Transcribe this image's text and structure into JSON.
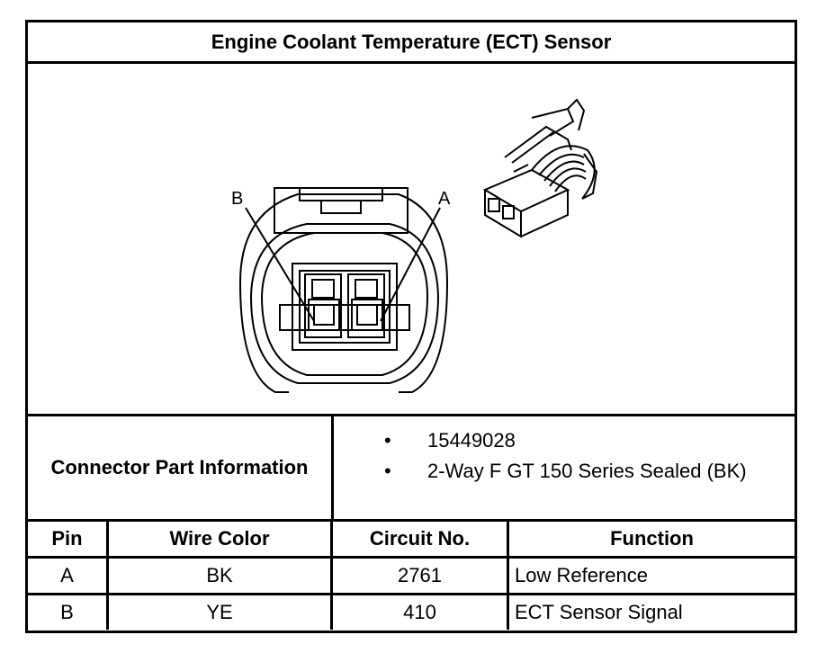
{
  "title": "Engine Coolant Temperature (ECT) Sensor",
  "figure": {
    "pin_labels": {
      "left": "B",
      "right": "A"
    }
  },
  "connector_info": {
    "label": "Connector Part Information",
    "items": [
      "15449028",
      "2-Way F GT 150 Series Sealed (BK)"
    ],
    "bullet": "•"
  },
  "table": {
    "headers": {
      "pin": "Pin",
      "wire_color": "Wire Color",
      "circuit": "Circuit No.",
      "function": "Function"
    },
    "rows": [
      {
        "pin": "A",
        "wire_color": "BK",
        "circuit": "2761",
        "function": "Low Reference"
      },
      {
        "pin": "B",
        "wire_color": "YE",
        "circuit": "410",
        "function": "ECT Sensor Signal"
      }
    ]
  }
}
